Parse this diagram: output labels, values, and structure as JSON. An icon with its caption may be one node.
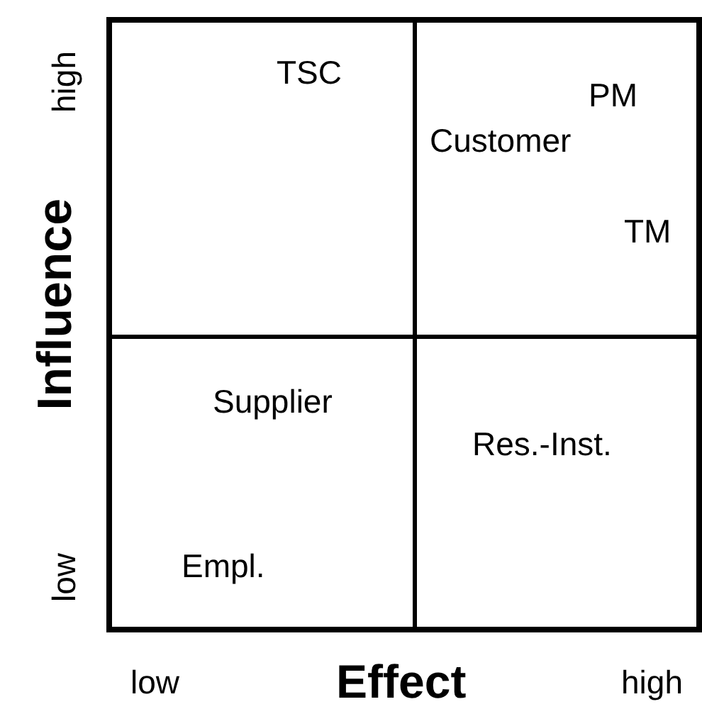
{
  "diagram": {
    "nodes": [
      {
        "text": [
          "TSC"
        ]
      },
      {
        "text": [
          "PM",
          "Customer",
          "TM"
        ]
      },
      {
        "text": [
          "Supplier",
          "Empl."
        ]
      },
      {
        "text": [
          "Res.-Inst."
        ]
      }
    ],
    "labels": [
      "high",
      "Influence",
      "low",
      "low",
      "Effect",
      "high"
    ]
  }
}
